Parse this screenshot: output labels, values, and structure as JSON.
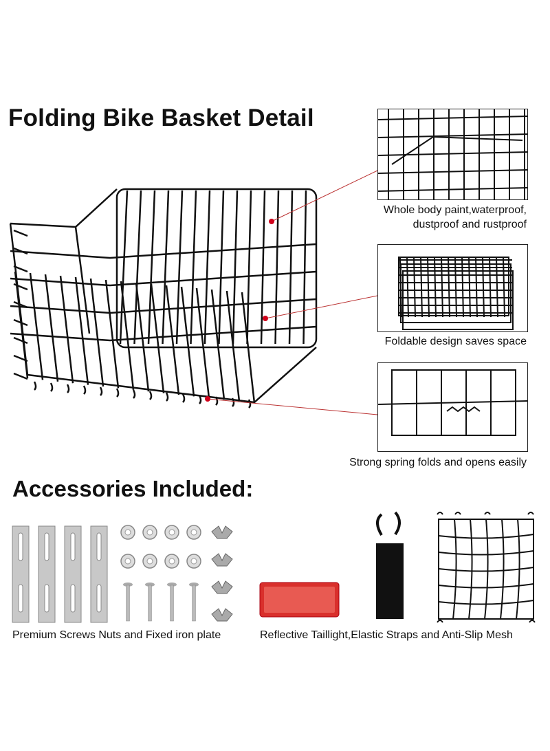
{
  "title": "Folding Bike Basket Detail",
  "details": [
    {
      "caption_line1": "Whole body paint,waterproof,",
      "caption_line2": "dustproof and rustproof"
    },
    {
      "caption_line1": "Foldable design saves space"
    },
    {
      "caption_line1": "Strong spring folds and opens easily"
    }
  ],
  "accessories": {
    "heading": "Accessories Included:",
    "left_caption": "Premium Screws Nuts and Fixed iron plate",
    "right_caption": "Reflective Taillight,Elastic Straps and Anti-Slip Mesh"
  },
  "colors": {
    "callout": "#d0021b",
    "reflector": "#d9302c",
    "wire": "#111111"
  }
}
